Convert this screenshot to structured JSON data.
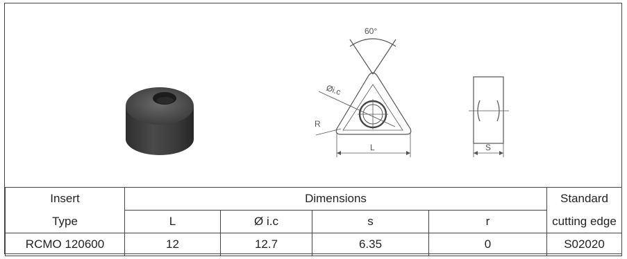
{
  "drawing": {
    "angle_label": "60°",
    "ic_label": "Øi.c",
    "radius_label": "R",
    "length_label": "L",
    "thickness_label": "S"
  },
  "table": {
    "header_insert_line1": "Insert",
    "header_insert_line2": "Type",
    "header_dimensions": "Dimensions",
    "header_standard_line1": "Standard",
    "header_standard_line2": "cutting edge",
    "col_L": "L",
    "col_ic": "Ø i.c",
    "col_s": "s",
    "col_r": "r",
    "rows": [
      {
        "type": "RCMO 120600",
        "L": "12",
        "ic": "12.7",
        "s": "6.35",
        "r": "0",
        "edge": "S02020"
      }
    ]
  }
}
